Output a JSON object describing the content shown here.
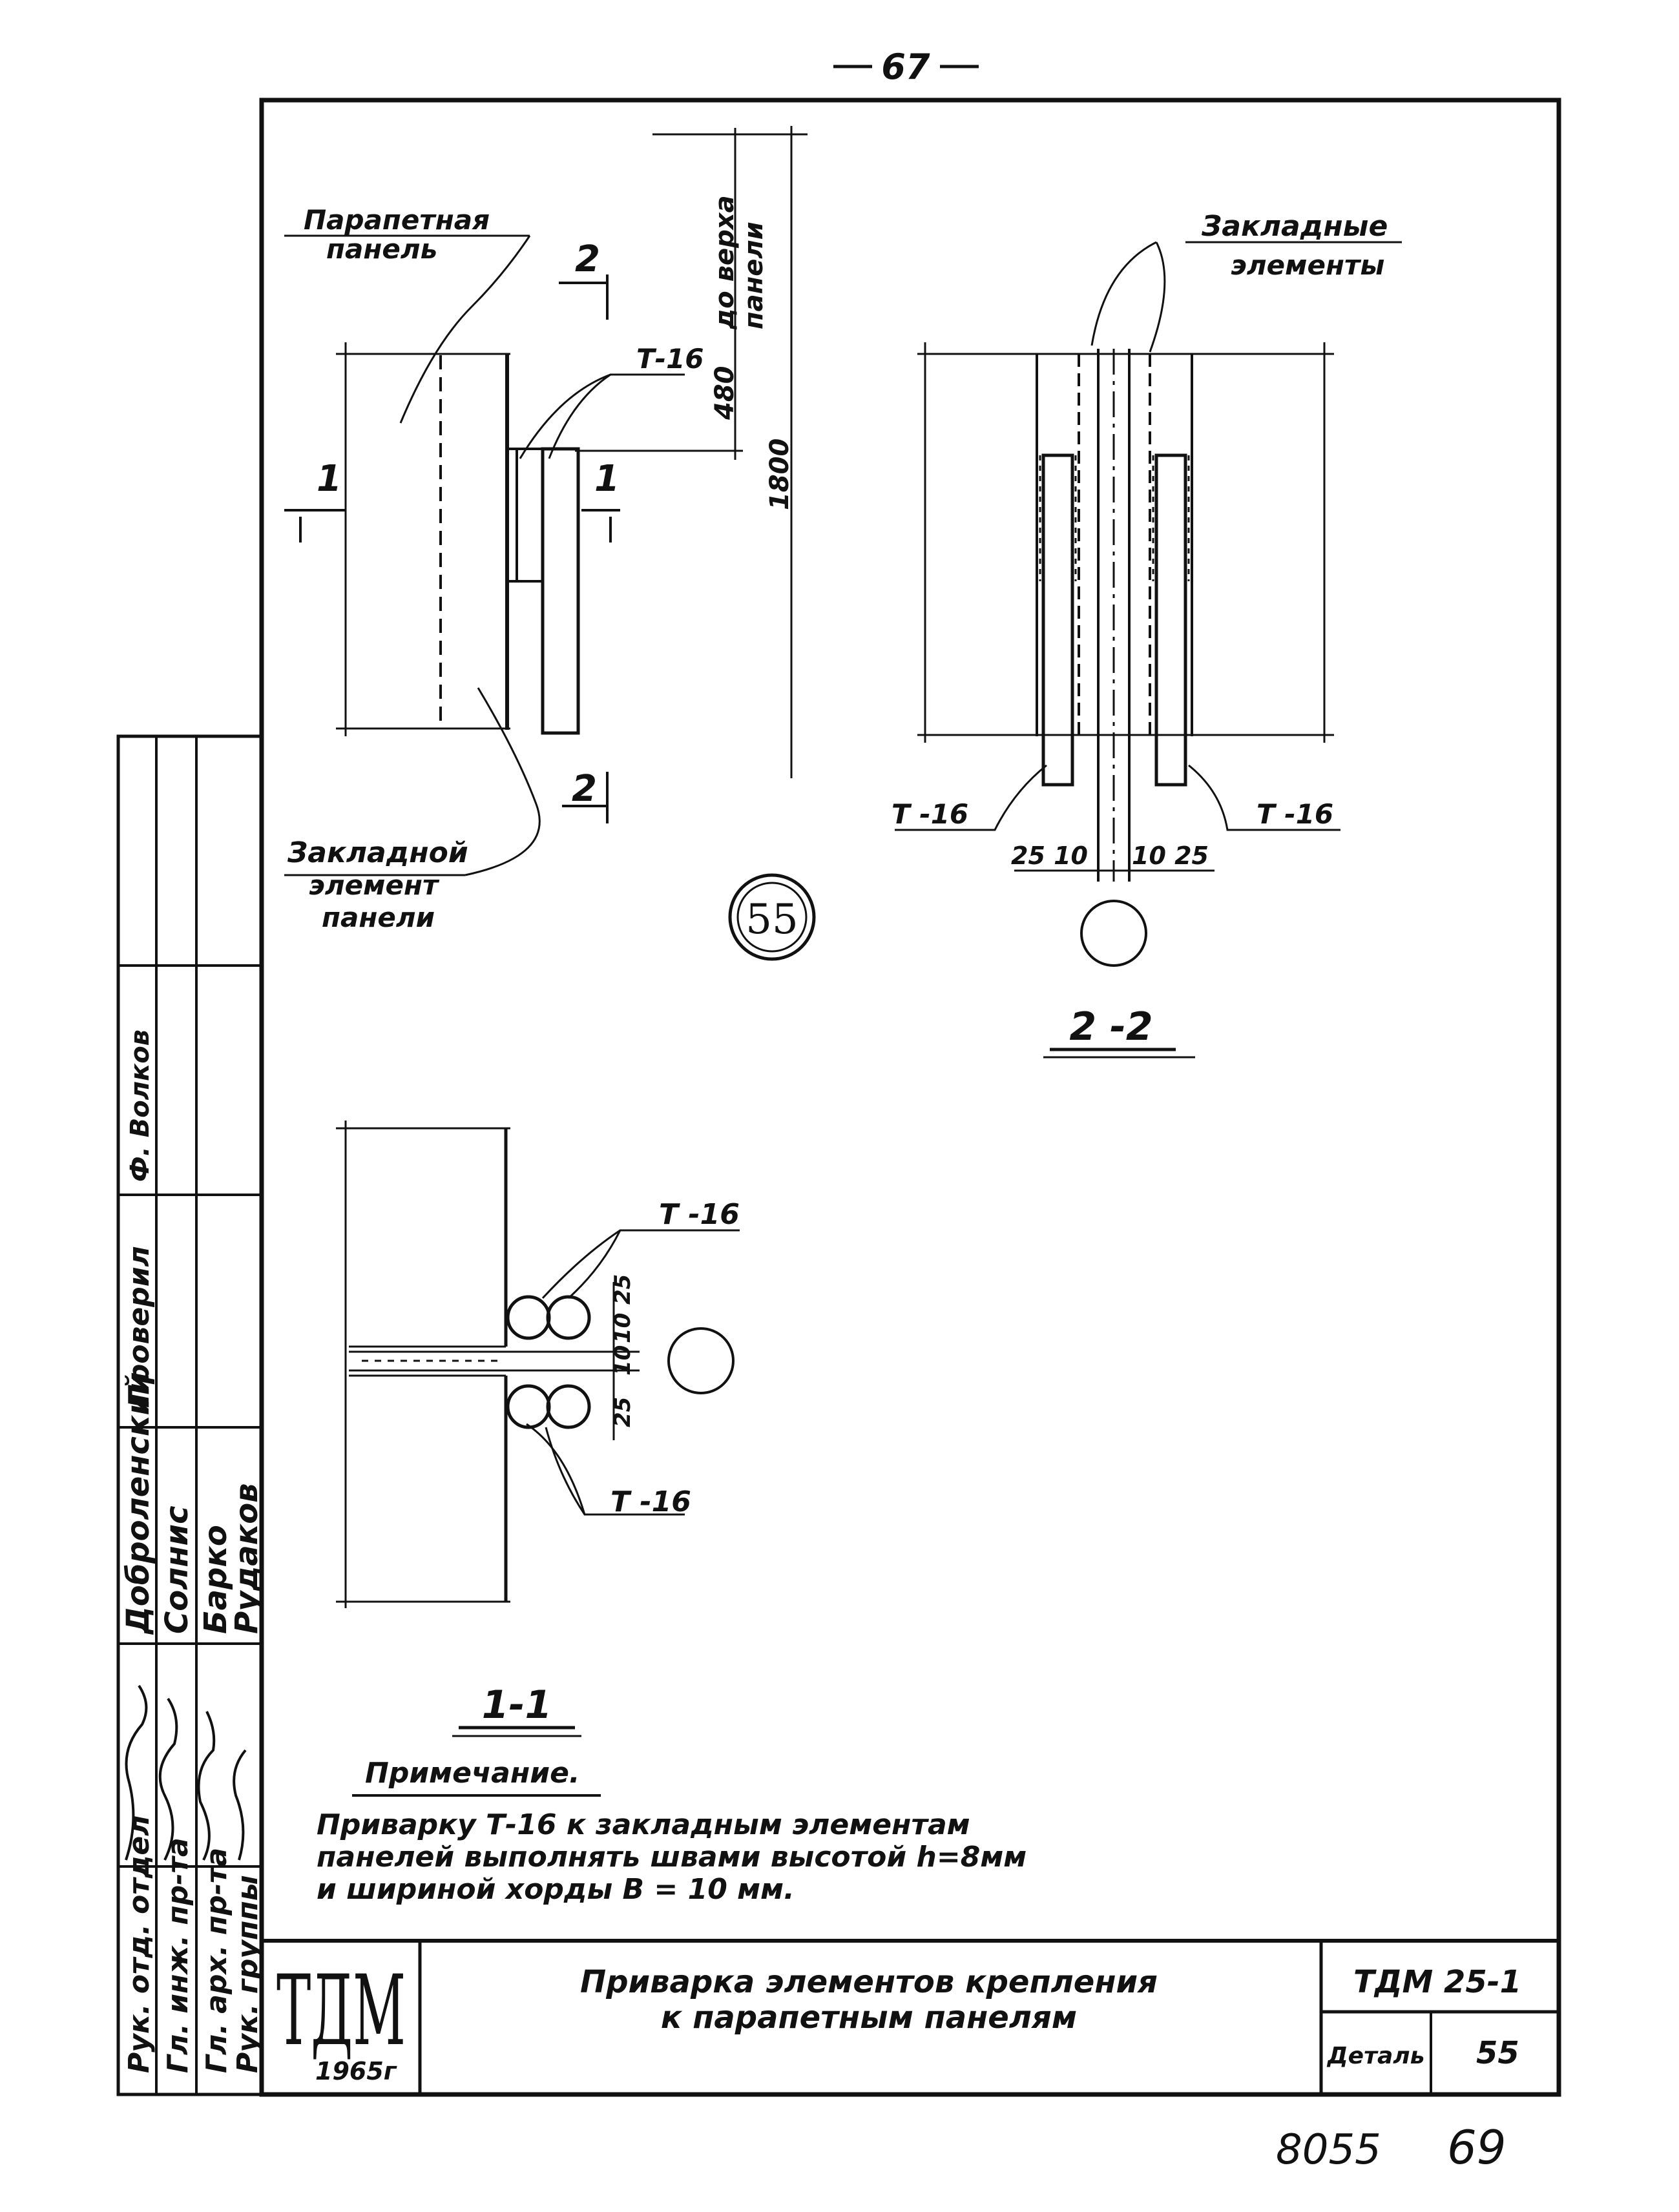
{
  "page_number": "67",
  "drawing_number": "55",
  "labels": {
    "parapet_panel_1": "Парапетная",
    "parapet_panel_2": "панель",
    "embedded_panel_1": "Закладной",
    "embedded_panel_2": "элемент",
    "embedded_panel_3": "панели",
    "embedded_elems_1": "Закладные",
    "embedded_elems_2": "элементы",
    "to_top_1": "до верха",
    "to_top_2": "панели",
    "t16": "Т-16",
    "t16_dash": "Т -16",
    "sec1": "1",
    "sec2": "2"
  },
  "dimensions": {
    "d480": "480",
    "d1800": "1800",
    "d25": "25",
    "d10": "10",
    "d25_10_left": "25 10",
    "d10_25_right": "10 25"
  },
  "section_titles": {
    "s22": "2 -2",
    "s11": "1-1"
  },
  "note": {
    "title": "Примечание.",
    "line1": "Приварку Т-16 к закладным элементам",
    "line2": "панелей выполнять швами высотой h=8мм",
    "line3": "и шириной хорды  В = 10 мм."
  },
  "title_block": {
    "logo": "ТДМ",
    "year": "1965г",
    "title_line1": "Приварка элементов крепления",
    "title_line2": "к парапетным    панелям",
    "code": "ТДМ 25-1",
    "detail_label": "Деталь",
    "detail_value": "55"
  },
  "sidebar": {
    "roles": [
      "Рук. отд. отдел",
      "Гл. инж. пр-та",
      "Гл. арх. пр-та",
      "Рук. группы"
    ],
    "names": [
      "Доброленский",
      "Солнис",
      "Барко",
      "Рудаков"
    ],
    "column_top": "Ф. Волков",
    "column_mid": "Проверил"
  },
  "footer": {
    "archive_no": "8055",
    "sheet_no": "69"
  }
}
